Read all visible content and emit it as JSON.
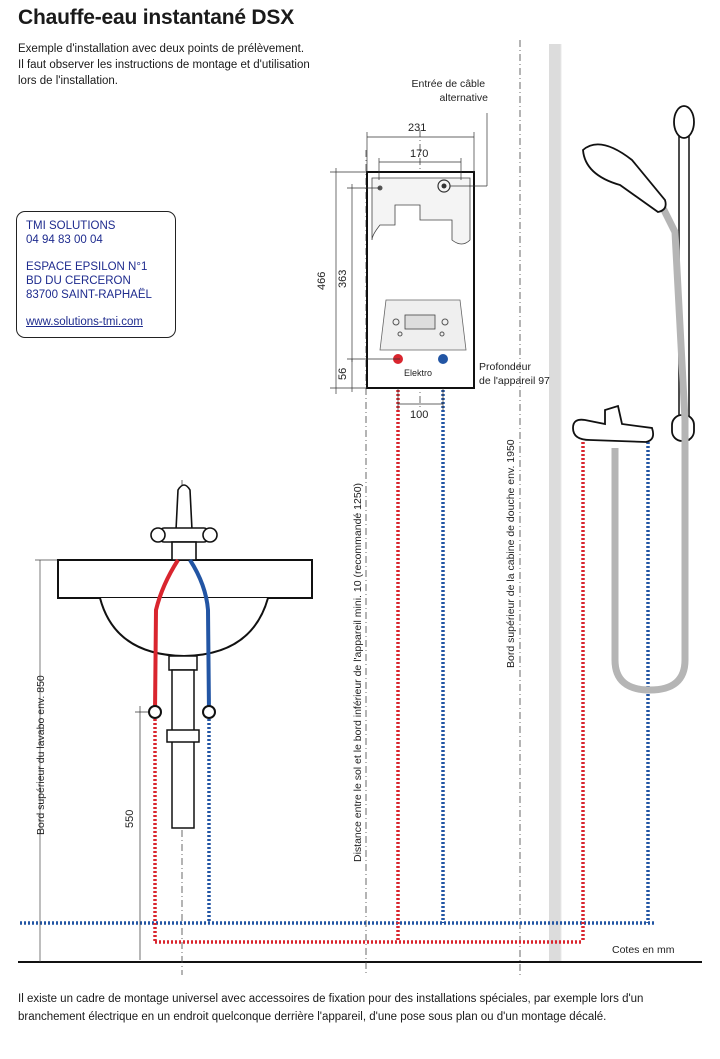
{
  "title": "Chauffe-eau instantané DSX",
  "intro": [
    "Exemple d'installation avec deux points de prélèvement.",
    "Il faut observer les instructions de montage et d'utilisation",
    "lors de l'installation."
  ],
  "contact": {
    "company": "TMI SOLUTIONS",
    "phone": "04 94 83 00 04",
    "address": [
      "ESPACE EPSILON N°1",
      "BD DU CERCERON",
      "83700 SAINT-RAPHAËL"
    ],
    "website": "www.solutions-tmi.com"
  },
  "labels": {
    "cable_entry": [
      "Entrée de câble",
      "alternative"
    ],
    "depth": [
      "Profondeur",
      "de l'appareil 97"
    ],
    "brand": "Elektro",
    "units": "Cotes en mm",
    "sink_edge": "Bord supérieur du lavabo env. 850",
    "device_distance": "Distance entre le sol et le bord inférieur de l'appareil mini. 10 (recommandé 1250)",
    "shower_edge": "Bord supérieur de la cabine de douche env. 1950"
  },
  "dimensions": {
    "width_total": "231",
    "width_inner": "170",
    "height_total": "466",
    "height_inner": "363",
    "bottom_offset": "56",
    "pipe_spacing": "100",
    "valve_height": "550"
  },
  "colors": {
    "hot_pipe": "#d9252e",
    "cold_pipe": "#2255a4",
    "text_blue": "#1e2b8e",
    "wall": "#dcdcdc",
    "shower_grey": "#b5b5b5"
  },
  "footer": "Il existe un cadre de montage universel avec accessoires de fixation pour des installations spéciales, par exemple lors d'un branchement électrique en un endroit quelconque derrière l'appareil, d'une pose sous plan ou d'un montage décalé."
}
